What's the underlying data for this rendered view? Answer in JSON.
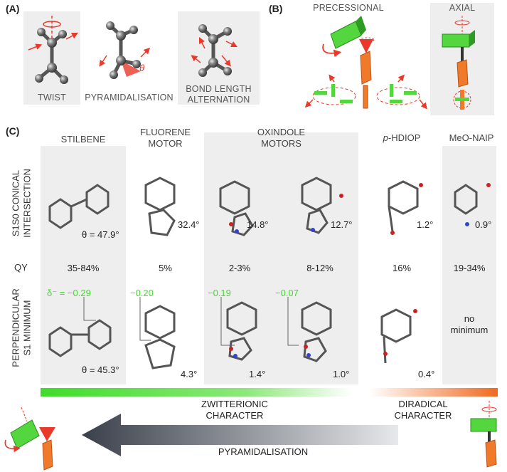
{
  "panels": {
    "a": {
      "letter": "(A)",
      "labels": [
        "TWIST",
        "PYRAMIDALISATION",
        "BOND LENGTH",
        "ALTERNATION"
      ],
      "theta": "θ"
    },
    "b": {
      "letter": "(B)",
      "labels": [
        "PRECESSIONAL",
        "AXIAL"
      ]
    },
    "c": {
      "letter": "(C)",
      "headers": {
        "stilbene": "STILBENE",
        "fluorene_1": "FLUORENE",
        "fluorene_2": "MOTOR",
        "oxindole_1": "OXINDOLE",
        "oxindole_2": "MOTORS",
        "hdiop_prefix": "p",
        "hdiop_rest": "-HDIOP",
        "naip": "MeO-NAIP"
      },
      "row_labels": {
        "ci_line1": "S1S0 CONICAL",
        "ci_line2": "INTERSECTION",
        "qy": "QY",
        "min_line1": "PERPENDICULAR",
        "min_line2": "S1 MINIMUM"
      },
      "ci_angles": [
        "θ = 47.9°",
        "32.4°",
        "14.8°",
        "12.7°",
        "1.2°",
        "0.9°"
      ],
      "qy_values": [
        "35-84%",
        "5%",
        "2-3%",
        "8-12%",
        "16%",
        "19-34%"
      ],
      "min_angles": [
        "θ = 45.3°",
        "4.3°",
        "1.4°",
        "1.0°",
        "0.4°"
      ],
      "no_minimum": [
        "no",
        "minimum"
      ],
      "charges": [
        "δ⁻ = −0.29",
        "−0.20",
        "−0.19",
        "−0.07"
      ],
      "bar_left_1": "ZWITTERIONIC",
      "bar_left_2": "CHARACTER",
      "bar_right_1": "DIRADICAL",
      "bar_right_2": "CHARACTER",
      "arrow_label": "PYRAMIDALISATION"
    }
  },
  "colors": {
    "green": "#3fdc2a",
    "orange": "#f07a2a",
    "red_arrow": "#e8392a",
    "panel_gray": "#eeeeee",
    "arrow_dark": "#3a3f4a"
  }
}
